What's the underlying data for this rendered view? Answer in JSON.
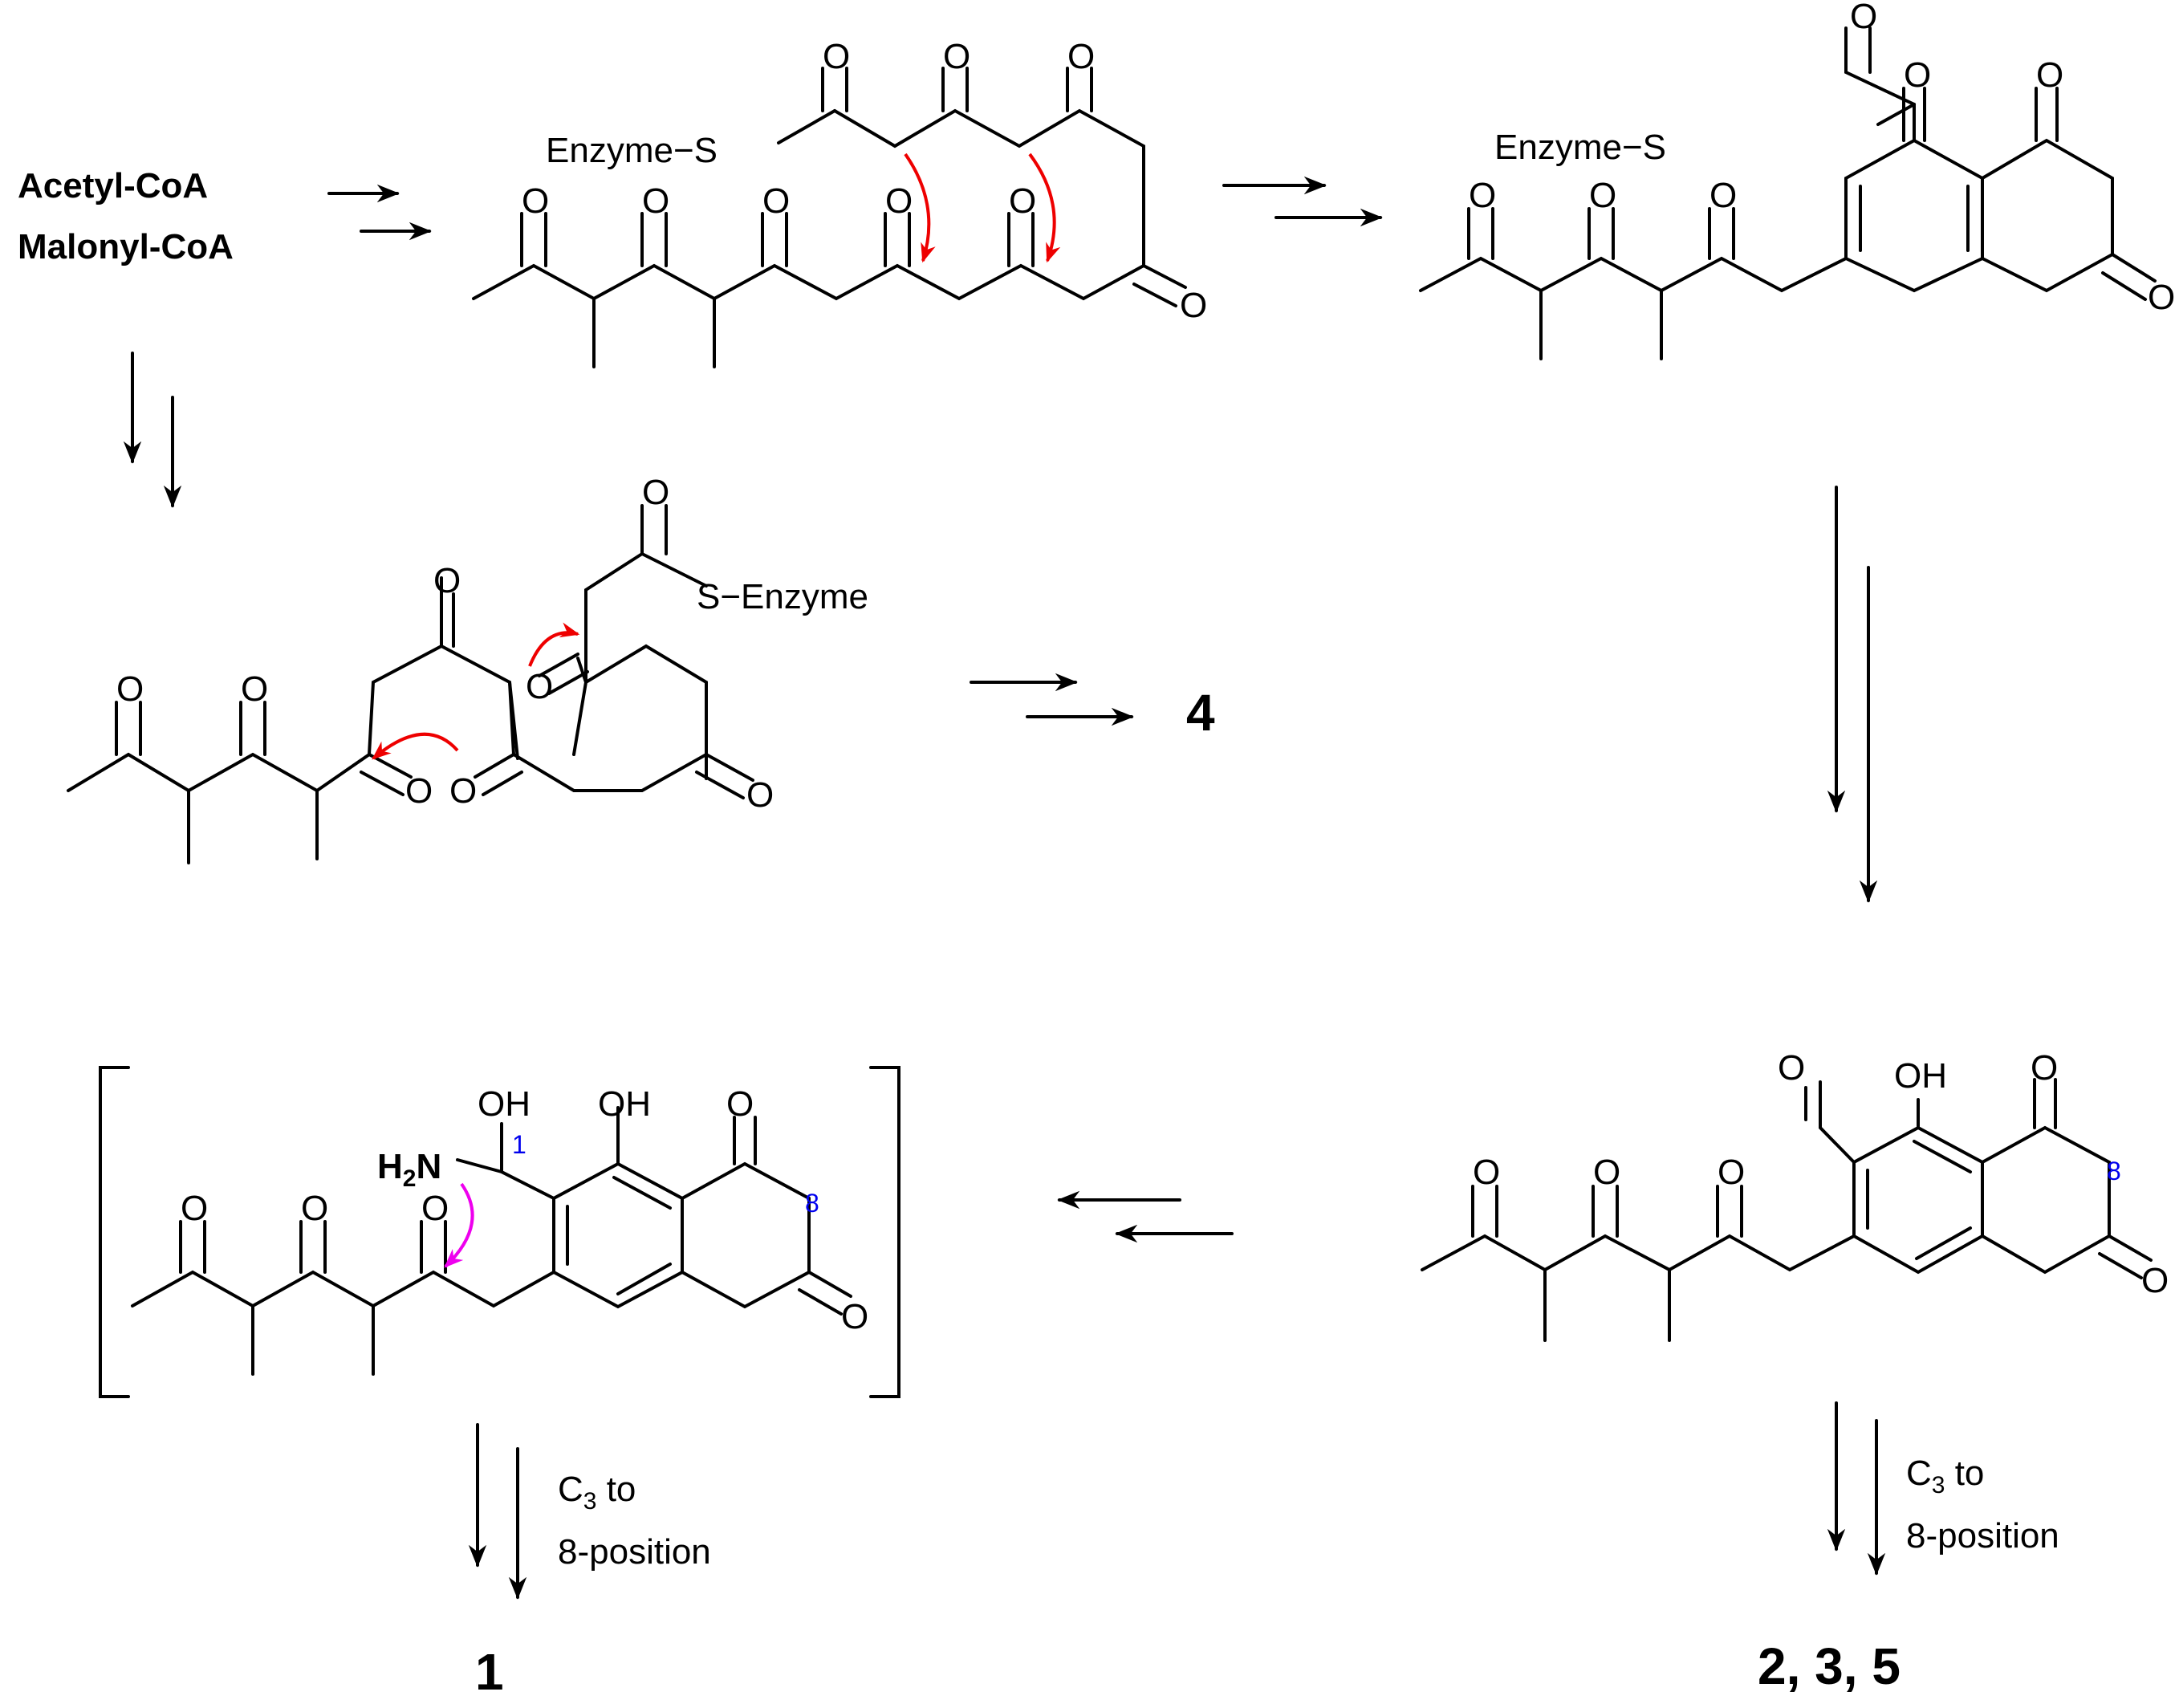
{
  "precursors": {
    "acetyl": "Acetyl-CoA",
    "malonyl": "Malonyl-CoA"
  },
  "labels": {
    "enzyme_s_1": "Enzyme−S",
    "enzyme_s_2": "Enzyme−S",
    "s_enzyme": "S−Enzyme",
    "o": "O",
    "oh": "OH",
    "h2n_h": "H",
    "h2n_2": "2",
    "h2n_n": "N",
    "pos1": "1",
    "pos8": "8"
  },
  "compounds": {
    "c4": "4",
    "c1": "1",
    "c235": "2, 3, 5"
  },
  "conditions": {
    "left": {
      "c": "C",
      "sub": "3",
      "to": " to",
      "line2": "8-position"
    },
    "right": {
      "c": "C",
      "sub": "3",
      "to": " to",
      "line2": "8-position"
    }
  },
  "colors": {
    "bond": "#000000",
    "mechanism_arrow": "#ee0000",
    "amine_arrow": "#ee00ee",
    "position_label": "#0000ee"
  }
}
